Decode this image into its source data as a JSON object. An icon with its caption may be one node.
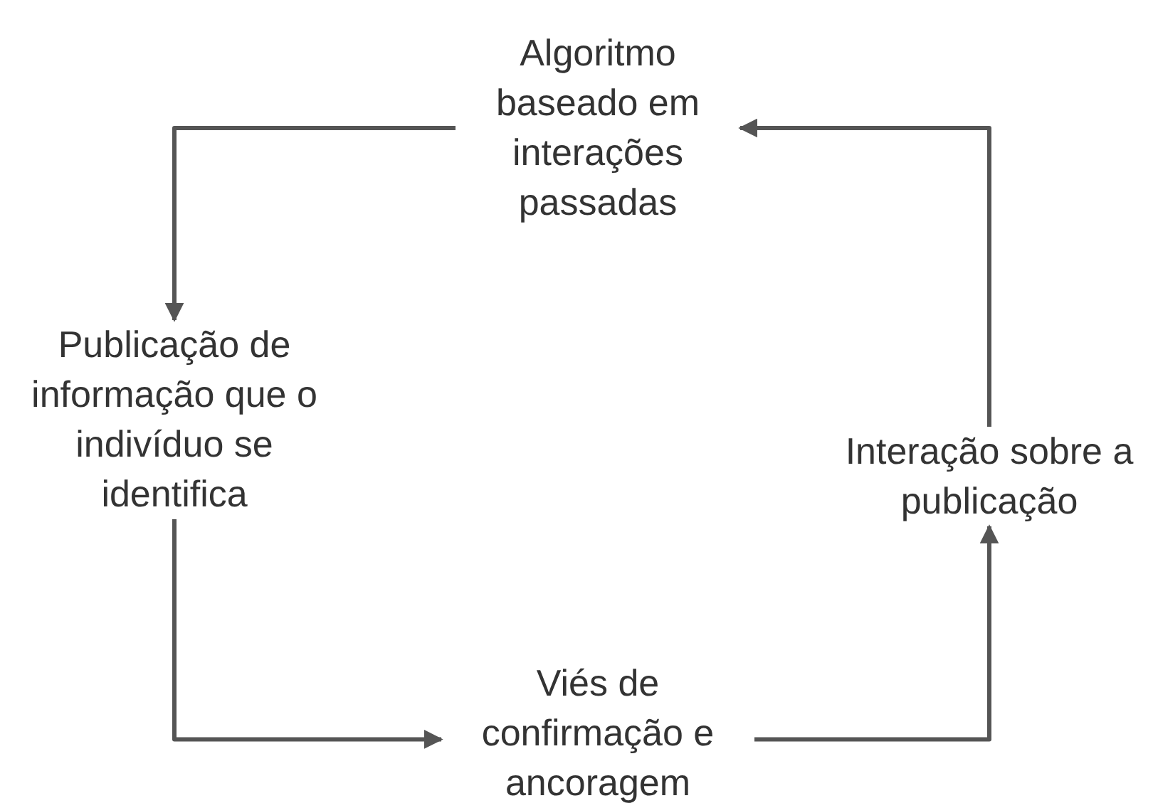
{
  "diagram": {
    "nodes": [
      {
        "text": [
          "Algoritmo baseado em interações passadas"
        ]
      },
      {
        "text": [
          "Publicação de informação que o indivíduo se identifica"
        ]
      },
      {
        "text": [
          "Viés de confirmação e ancoragem"
        ]
      },
      {
        "text": [
          "Interação sobre a publicação"
        ]
      }
    ],
    "edges": [
      {
        "from": 0,
        "to": 1,
        "arrow": "to"
      },
      {
        "from": 1,
        "to": 2,
        "arrow": "to"
      },
      {
        "from": 2,
        "to": 3,
        "arrow": "to"
      },
      {
        "from": 3,
        "to": 0,
        "arrow": "to"
      }
    ]
  }
}
